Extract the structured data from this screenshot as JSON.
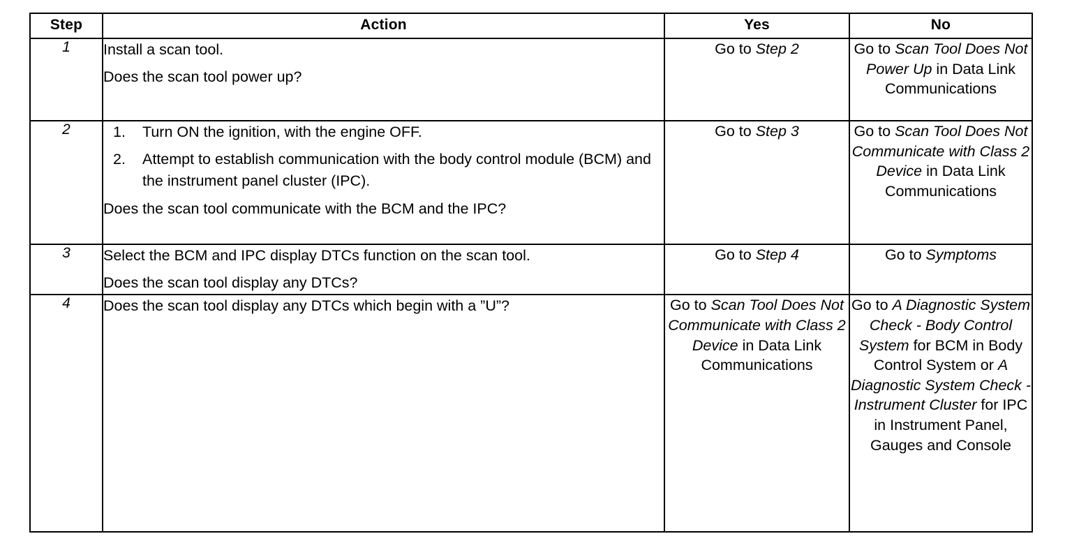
{
  "table": {
    "columns": [
      {
        "key": "step",
        "label": "Step"
      },
      {
        "key": "action",
        "label": "Action"
      },
      {
        "key": "yes",
        "label": "Yes"
      },
      {
        "key": "no",
        "label": "No"
      }
    ],
    "rows": [
      {
        "step": "1",
        "action": {
          "lines": [
            "Install a scan tool.",
            "Does the scan tool power up?"
          ]
        },
        "yes": {
          "segments": [
            {
              "text": "Go to ",
              "italic": false
            },
            {
              "text": "Step 2",
              "italic": true
            }
          ],
          "plain": "Go to Step 2"
        },
        "no": {
          "segments": [
            {
              "text": "Go to ",
              "italic": false
            },
            {
              "text": "Scan Tool Does Not Power Up",
              "italic": true
            },
            {
              "text": " in Data Link Communications",
              "italic": false
            }
          ],
          "plain": "Go to Scan Tool Does Not Power Up in Data Link Communications"
        }
      },
      {
        "step": "2",
        "action": {
          "numbered": [
            {
              "num": "1.",
              "text": "Turn ON the ignition, with the engine OFF."
            },
            {
              "num": "2.",
              "text": "Attempt to establish communication with the body control module (BCM) and the instrument panel cluster (IPC)."
            }
          ],
          "lines": [
            "Does the scan tool communicate with the BCM and the IPC?"
          ]
        },
        "yes": {
          "segments": [
            {
              "text": "Go to ",
              "italic": false
            },
            {
              "text": "Step 3",
              "italic": true
            }
          ],
          "plain": "Go to Step 3"
        },
        "no": {
          "segments": [
            {
              "text": "Go to ",
              "italic": false
            },
            {
              "text": "Scan Tool Does Not Communicate with Class 2 Device",
              "italic": true
            },
            {
              "text": " in Data Link Communications",
              "italic": false
            }
          ],
          "plain": "Go to Scan Tool Does Not Communicate with Class 2 Device in Data Link Communications"
        }
      },
      {
        "step": "3",
        "action": {
          "lines": [
            "Select the BCM and IPC display DTCs function on the scan tool.",
            "Does the scan tool display any DTCs?"
          ]
        },
        "yes": {
          "segments": [
            {
              "text": "Go to ",
              "italic": false
            },
            {
              "text": "Step 4",
              "italic": true
            }
          ],
          "plain": "Go to Step 4"
        },
        "no": {
          "segments": [
            {
              "text": "Go to ",
              "italic": false
            },
            {
              "text": "Symptoms",
              "italic": true
            }
          ],
          "plain": "Go to Symptoms"
        }
      },
      {
        "step": "4",
        "action": {
          "lines": [
            "Does the scan tool display any DTCs which begin with a ”U”?"
          ]
        },
        "yes": {
          "segments": [
            {
              "text": "Go to ",
              "italic": false
            },
            {
              "text": "Scan Tool Does Not Communicate with Class 2 Device",
              "italic": true
            },
            {
              "text": " in Data Link Communications",
              "italic": false
            }
          ],
          "plain": "Go to Scan Tool Does Not Communicate with Class 2 Device in Data Link Communications"
        },
        "no": {
          "segments": [
            {
              "text": "Go to ",
              "italic": false
            },
            {
              "text": "A Diagnostic System Check - Body Control System",
              "italic": true
            },
            {
              "text": " for BCM in Body Control System or ",
              "italic": false
            },
            {
              "text": "A Diagnostic System Check - Instrument Cluster",
              "italic": true
            },
            {
              "text": " for IPC in Instrument Panel, Gauges and Console",
              "italic": false
            }
          ],
          "plain": "Go to A Diagnostic System Check - Body Control System for BCM in Body Control System or A Diagnostic System Check - Instrument Cluster for IPC in Instrument Panel, Gauges and Console"
        }
      }
    ]
  },
  "colors": {
    "text": "#000000",
    "background": "#ffffff",
    "border": "#000000"
  }
}
